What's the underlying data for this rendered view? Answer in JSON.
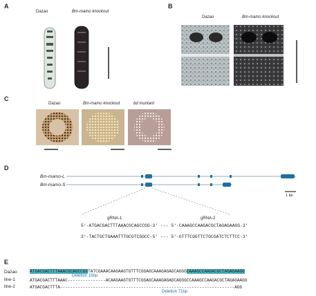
{
  "panels": {
    "a": "A",
    "b": "B",
    "c": "C",
    "d": "D",
    "e": "E"
  },
  "panelA": {
    "left": "Dazao",
    "right": "Bm-mamo knockout"
  },
  "panelB": {
    "left": "Dazao",
    "right": "Bm-mamo knockout"
  },
  "panelC": {
    "left": "Dazao",
    "mid": "Bm-mamo knockout",
    "right": "bd muntant"
  },
  "panelD": {
    "geneL": "Bm-mamo-L",
    "geneS": "Bm-mamo-S",
    "scale": "1 kb",
    "grna1": "gRNA-1",
    "grna2": "gRNA-2",
    "seqTop": "5'-ATGACGACTTTAAACGCAGCCGG-3' --- 5'-CAAAGCCAAGACGCTAGAGAAGG-3'",
    "seqBottom": "3'-TACTGCTGAAATTTGCGTCGGCC-5' --- 5'-GTTTCGGTTCTGCGATCTCTTCC-3'"
  },
  "panelE": {
    "rows": [
      "Dazao",
      "line-1",
      "line-2"
    ],
    "dazao": {
      "hl1": "ATGACGACTTTAAACGCAGCCGG",
      "mid": "TATCGAAACAAGAAGTGTTTCGGAGCAAAGAGAGCAGGG",
      "hl2": "CAAAGCCAAGACGCTAGAGAAGG"
    },
    "line1": "ATGACGACTTTAAAC---------------ACAAGAAGTGTTTCGGAGCAAAGAGAGCAGGGCCAAAGCCAAGACGCTAGAGAAGG",
    "line2": "ATGACGACTTTA---------------------------------------------------------------------AGG",
    "del1": "Deletion 15bp",
    "del2": "Deletion 71bp"
  },
  "colors": {
    "accent": "#1f6fa0",
    "highlight": "#4fb3c1",
    "label_blue": "#1f6fb0"
  }
}
